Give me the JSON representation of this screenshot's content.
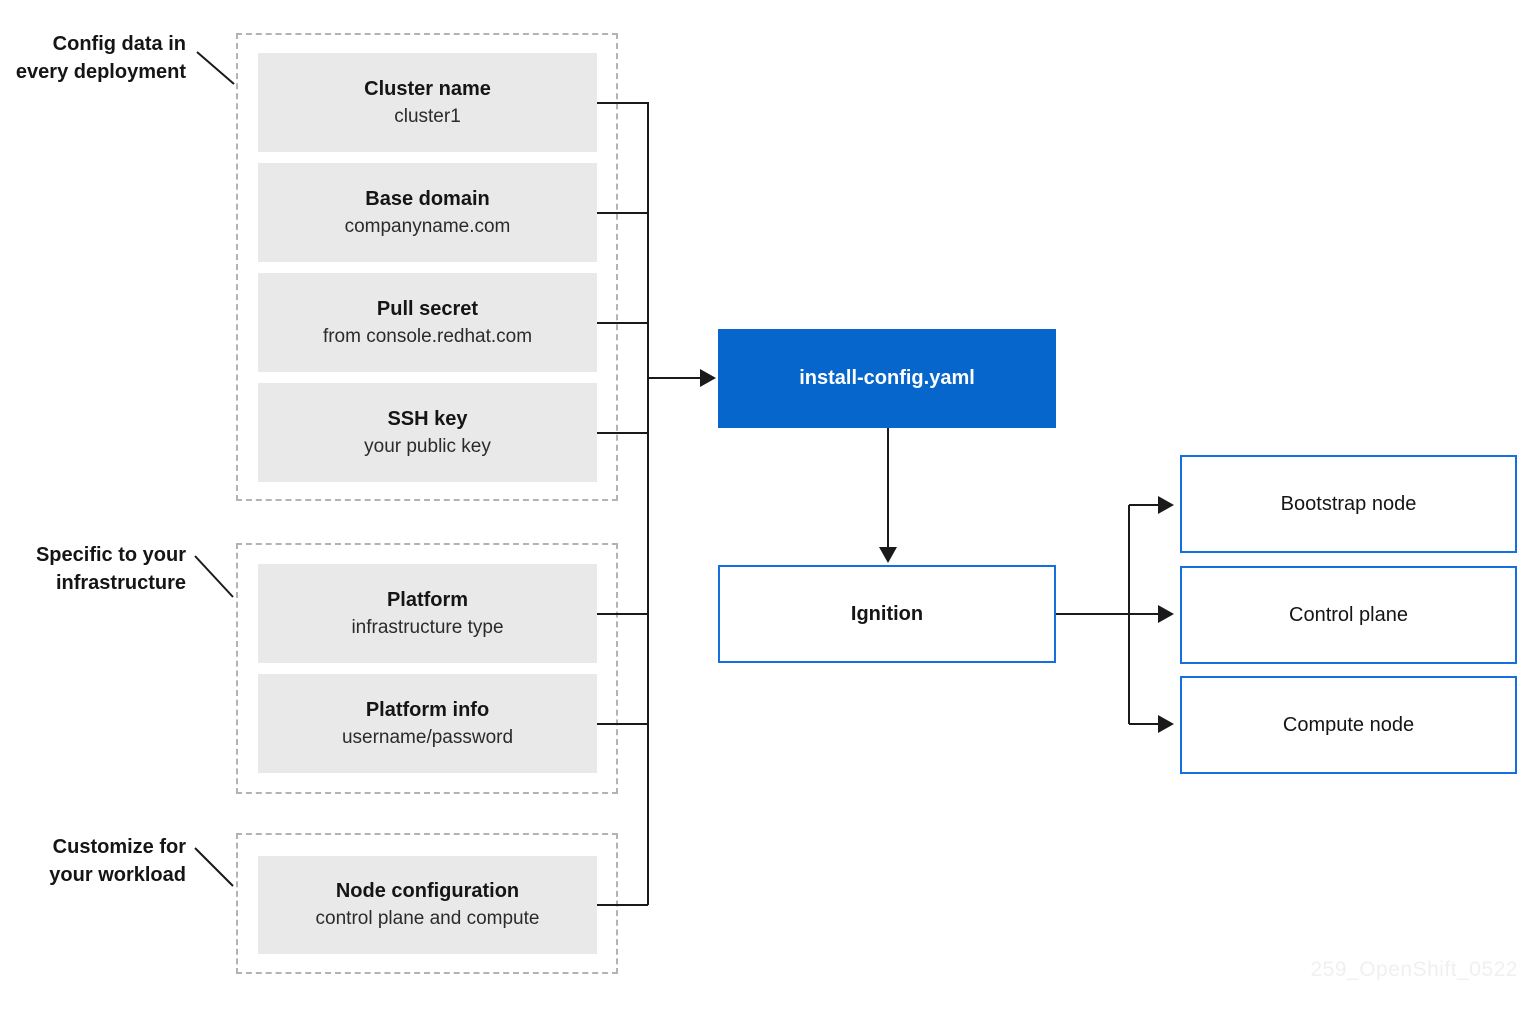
{
  "diagram": {
    "watermark": "259_OpenShift_0522",
    "colors": {
      "accent_blue_fill": "#0666cc",
      "accent_blue_border": "#1470e0",
      "box_gray_fill": "#e9e9e9",
      "dashed_border_gray": "#b3b3b3",
      "line_black": "#1a1a1a",
      "text_dark": "#151515"
    },
    "groups": [
      {
        "label_line1": "Config data in",
        "label_line2": "every deployment",
        "boxes": [
          {
            "title": "Cluster name",
            "subtitle": "cluster1"
          },
          {
            "title": "Base domain",
            "subtitle": "companyname.com"
          },
          {
            "title": "Pull secret",
            "subtitle": "from console.redhat.com"
          },
          {
            "title": "SSH key",
            "subtitle": "your public key"
          }
        ]
      },
      {
        "label_line1": "Specific to your",
        "label_line2": "infrastructure",
        "boxes": [
          {
            "title": "Platform",
            "subtitle": "infrastructure type"
          },
          {
            "title": "Platform info",
            "subtitle": "username/password"
          }
        ]
      },
      {
        "label_line1": "Customize for",
        "label_line2": "your workload",
        "boxes": [
          {
            "title": "Node configuration",
            "subtitle": "control plane and compute"
          }
        ]
      }
    ],
    "install_config": {
      "label": "install-config.yaml"
    },
    "ignition": {
      "label": "Ignition"
    },
    "outputs": [
      {
        "label": "Bootstrap node"
      },
      {
        "label": "Control plane"
      },
      {
        "label": "Compute node"
      }
    ]
  }
}
